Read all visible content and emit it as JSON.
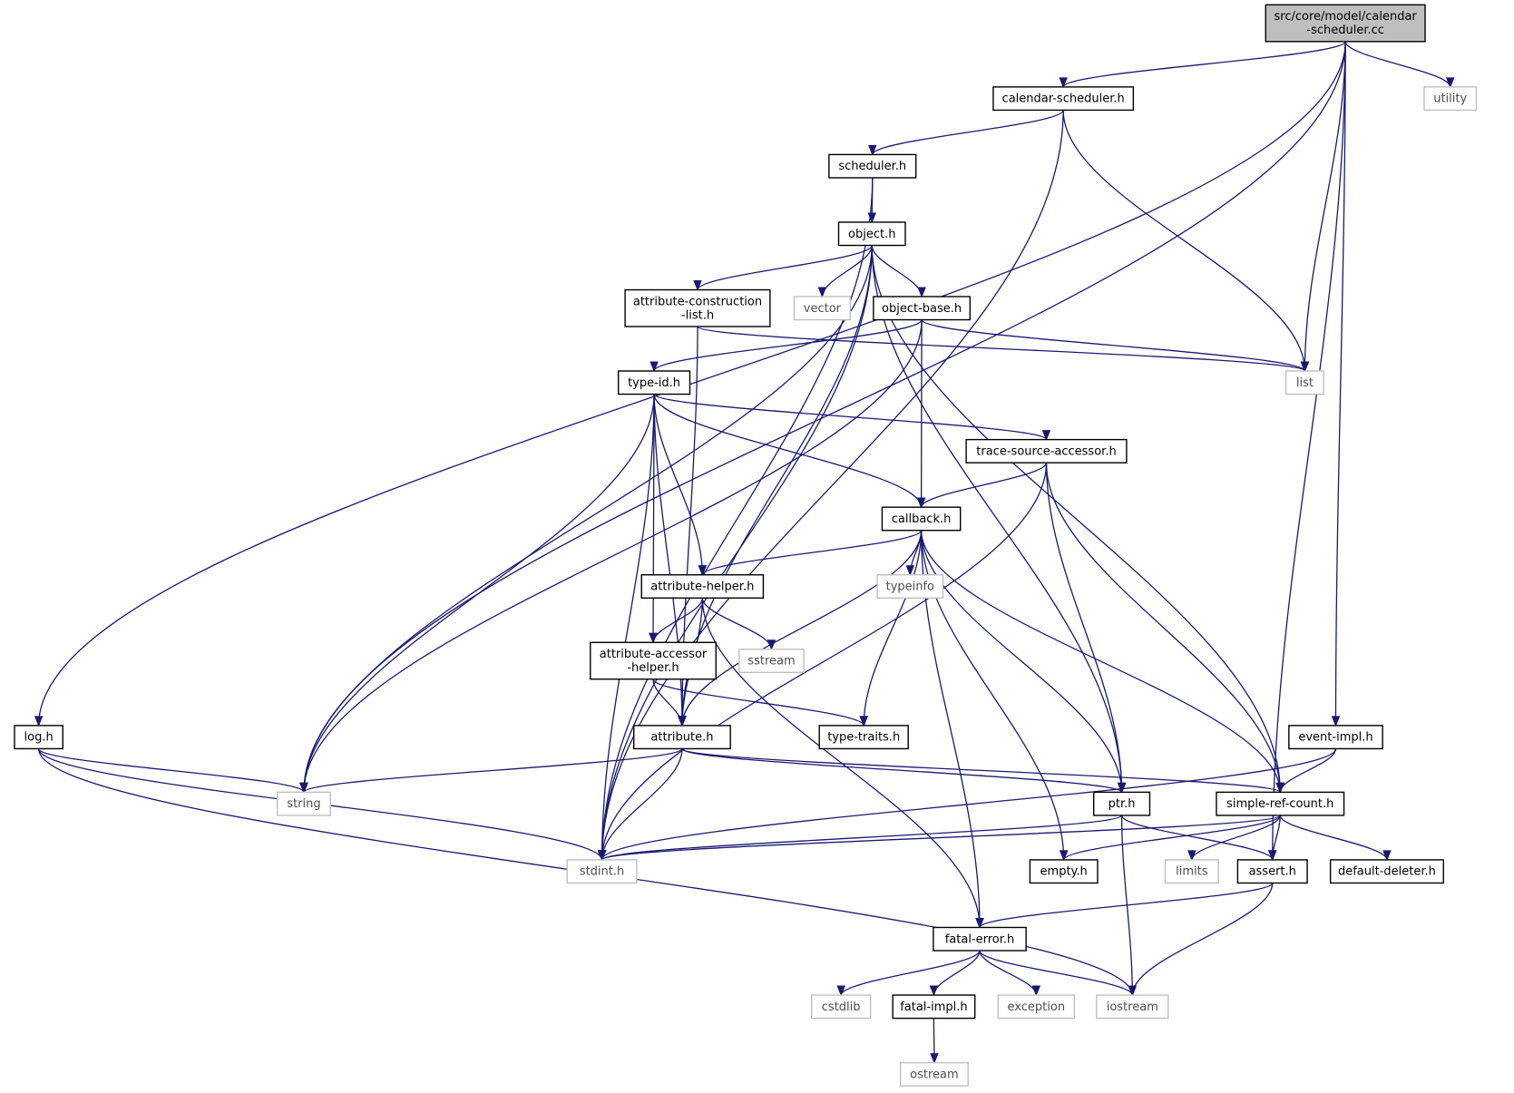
{
  "nodes": [
    {
      "id": "root",
      "kind": "root",
      "lines": [
        "src/core/model/calendar",
        "-scheduler.cc"
      ]
    },
    {
      "id": "calendar-scheduler-h",
      "kind": "local",
      "lines": [
        "calendar-scheduler.h"
      ]
    },
    {
      "id": "utility",
      "kind": "system",
      "lines": [
        "utility"
      ]
    },
    {
      "id": "scheduler-h",
      "kind": "local",
      "lines": [
        "scheduler.h"
      ]
    },
    {
      "id": "object-h",
      "kind": "local",
      "lines": [
        "object.h"
      ]
    },
    {
      "id": "attribute-construction-list-h",
      "kind": "local",
      "lines": [
        "attribute-construction",
        "-list.h"
      ]
    },
    {
      "id": "vector",
      "kind": "system",
      "lines": [
        "vector"
      ]
    },
    {
      "id": "object-base-h",
      "kind": "local",
      "lines": [
        "object-base.h"
      ]
    },
    {
      "id": "list",
      "kind": "system",
      "lines": [
        "list"
      ]
    },
    {
      "id": "type-id-h",
      "kind": "local",
      "lines": [
        "type-id.h"
      ]
    },
    {
      "id": "trace-source-accessor-h",
      "kind": "local",
      "lines": [
        "trace-source-accessor.h"
      ]
    },
    {
      "id": "callback-h",
      "kind": "local",
      "lines": [
        "callback.h"
      ]
    },
    {
      "id": "attribute-helper-h",
      "kind": "local",
      "lines": [
        "attribute-helper.h"
      ]
    },
    {
      "id": "typeinfo",
      "kind": "system",
      "lines": [
        "typeinfo"
      ]
    },
    {
      "id": "attribute-accessor-helper-h",
      "kind": "local",
      "lines": [
        "attribute-accessor",
        "-helper.h"
      ]
    },
    {
      "id": "sstream",
      "kind": "system",
      "lines": [
        "sstream"
      ]
    },
    {
      "id": "log-h",
      "kind": "local",
      "lines": [
        "log.h"
      ]
    },
    {
      "id": "attribute-h",
      "kind": "local",
      "lines": [
        "attribute.h"
      ]
    },
    {
      "id": "type-traits-h",
      "kind": "local",
      "lines": [
        "type-traits.h"
      ]
    },
    {
      "id": "event-impl-h",
      "kind": "local",
      "lines": [
        "event-impl.h"
      ]
    },
    {
      "id": "string",
      "kind": "system",
      "lines": [
        "string"
      ]
    },
    {
      "id": "ptr-h",
      "kind": "local",
      "lines": [
        "ptr.h"
      ]
    },
    {
      "id": "simple-ref-count-h",
      "kind": "local",
      "lines": [
        "simple-ref-count.h"
      ]
    },
    {
      "id": "stdint-h",
      "kind": "system",
      "lines": [
        "stdint.h"
      ]
    },
    {
      "id": "empty-h",
      "kind": "local",
      "lines": [
        "empty.h"
      ]
    },
    {
      "id": "limits",
      "kind": "system",
      "lines": [
        "limits"
      ]
    },
    {
      "id": "assert-h",
      "kind": "local",
      "lines": [
        "assert.h"
      ]
    },
    {
      "id": "default-deleter-h",
      "kind": "local",
      "lines": [
        "default-deleter.h"
      ]
    },
    {
      "id": "fatal-error-h",
      "kind": "local",
      "lines": [
        "fatal-error.h"
      ]
    },
    {
      "id": "cstdlib",
      "kind": "system",
      "lines": [
        "cstdlib"
      ]
    },
    {
      "id": "fatal-impl-h",
      "kind": "local",
      "lines": [
        "fatal-impl.h"
      ]
    },
    {
      "id": "exception",
      "kind": "system",
      "lines": [
        "exception"
      ]
    },
    {
      "id": "iostream",
      "kind": "system",
      "lines": [
        "iostream"
      ]
    },
    {
      "id": "ostream",
      "kind": "system",
      "lines": [
        "ostream"
      ]
    }
  ],
  "edges": [
    [
      "root",
      "calendar-scheduler-h"
    ],
    [
      "root",
      "utility"
    ],
    [
      "root",
      "list"
    ],
    [
      "root",
      "event-impl-h"
    ],
    [
      "root",
      "assert-h"
    ],
    [
      "root",
      "log-h"
    ],
    [
      "root",
      "string"
    ],
    [
      "calendar-scheduler-h",
      "scheduler-h"
    ],
    [
      "calendar-scheduler-h",
      "list"
    ],
    [
      "calendar-scheduler-h",
      "stdint-h"
    ],
    [
      "scheduler-h",
      "object-h"
    ],
    [
      "scheduler-h",
      "stdint-h"
    ],
    [
      "object-h",
      "attribute-construction-list-h"
    ],
    [
      "object-h",
      "vector"
    ],
    [
      "object-h",
      "object-base-h"
    ],
    [
      "object-h",
      "string"
    ],
    [
      "object-h",
      "stdint-h"
    ],
    [
      "object-h",
      "attribute-h"
    ],
    [
      "object-h",
      "ptr-h"
    ],
    [
      "object-h",
      "simple-ref-count-h"
    ],
    [
      "attribute-construction-list-h",
      "list"
    ],
    [
      "attribute-construction-list-h",
      "attribute-h"
    ],
    [
      "object-base-h",
      "type-id-h"
    ],
    [
      "object-base-h",
      "list"
    ],
    [
      "object-base-h",
      "callback-h"
    ],
    [
      "object-base-h",
      "string"
    ],
    [
      "type-id-h",
      "trace-source-accessor-h"
    ],
    [
      "type-id-h",
      "callback-h"
    ],
    [
      "type-id-h",
      "attribute-helper-h"
    ],
    [
      "type-id-h",
      "attribute-accessor-helper-h"
    ],
    [
      "type-id-h",
      "attribute-h"
    ],
    [
      "type-id-h",
      "string"
    ],
    [
      "type-id-h",
      "stdint-h"
    ],
    [
      "trace-source-accessor-h",
      "callback-h"
    ],
    [
      "trace-source-accessor-h",
      "ptr-h"
    ],
    [
      "trace-source-accessor-h",
      "simple-ref-count-h"
    ],
    [
      "trace-source-accessor-h",
      "stdint-h"
    ],
    [
      "callback-h",
      "attribute-helper-h"
    ],
    [
      "callback-h",
      "typeinfo"
    ],
    [
      "callback-h",
      "type-traits-h"
    ],
    [
      "callback-h",
      "attribute-h"
    ],
    [
      "callback-h",
      "fatal-error-h"
    ],
    [
      "callback-h",
      "empty-h"
    ],
    [
      "callback-h",
      "ptr-h"
    ],
    [
      "callback-h",
      "simple-ref-count-h"
    ],
    [
      "attribute-helper-h",
      "attribute-accessor-helper-h"
    ],
    [
      "attribute-helper-h",
      "sstream"
    ],
    [
      "attribute-helper-h",
      "attribute-h"
    ],
    [
      "attribute-helper-h",
      "fatal-error-h"
    ],
    [
      "attribute-accessor-helper-h",
      "attribute-h"
    ],
    [
      "attribute-accessor-helper-h",
      "type-traits-h"
    ],
    [
      "log-h",
      "string"
    ],
    [
      "log-h",
      "stdint-h"
    ],
    [
      "log-h",
      "iostream"
    ],
    [
      "attribute-h",
      "string"
    ],
    [
      "attribute-h",
      "stdint-h"
    ],
    [
      "attribute-h",
      "ptr-h"
    ],
    [
      "attribute-h",
      "simple-ref-count-h"
    ],
    [
      "event-impl-h",
      "simple-ref-count-h"
    ],
    [
      "event-impl-h",
      "stdint-h"
    ],
    [
      "ptr-h",
      "stdint-h"
    ],
    [
      "ptr-h",
      "assert-h"
    ],
    [
      "ptr-h",
      "iostream"
    ],
    [
      "simple-ref-count-h",
      "stdint-h"
    ],
    [
      "simple-ref-count-h",
      "empty-h"
    ],
    [
      "simple-ref-count-h",
      "limits"
    ],
    [
      "simple-ref-count-h",
      "assert-h"
    ],
    [
      "simple-ref-count-h",
      "default-deleter-h"
    ],
    [
      "assert-h",
      "fatal-error-h"
    ],
    [
      "assert-h",
      "iostream"
    ],
    [
      "fatal-error-h",
      "cstdlib"
    ],
    [
      "fatal-error-h",
      "fatal-impl-h"
    ],
    [
      "fatal-error-h",
      "exception"
    ],
    [
      "fatal-error-h",
      "iostream"
    ],
    [
      "fatal-impl-h",
      "ostream"
    ]
  ]
}
